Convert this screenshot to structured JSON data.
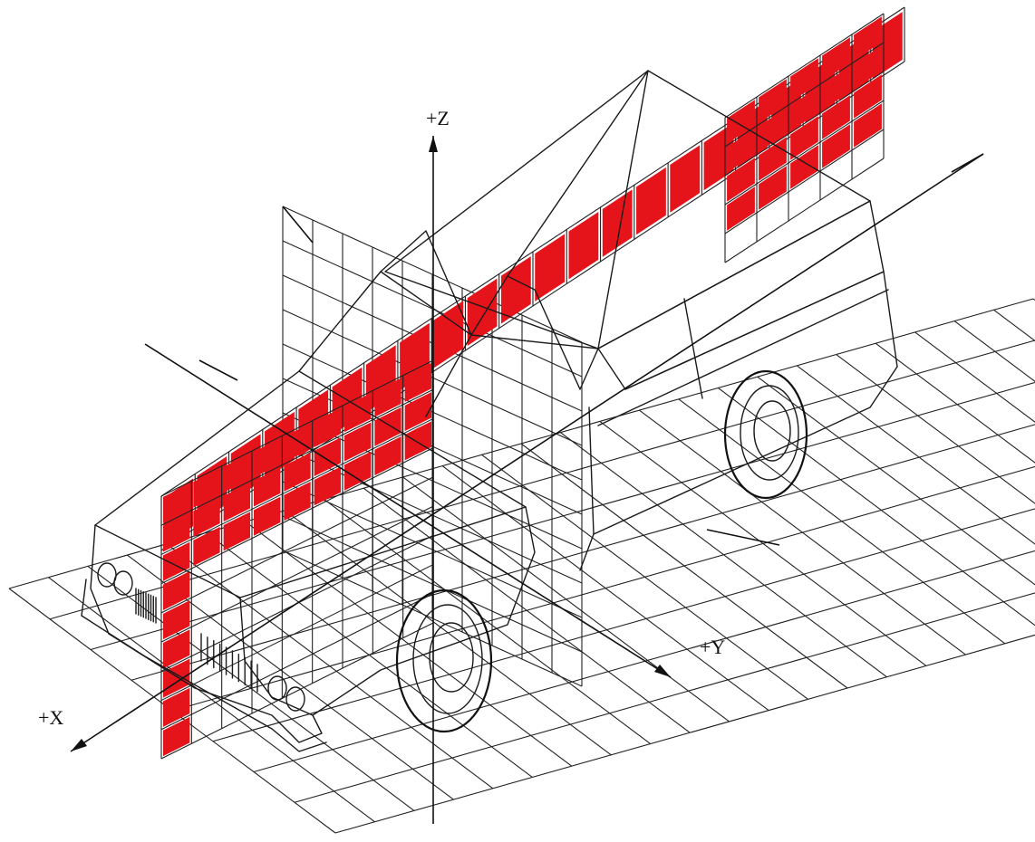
{
  "axes": {
    "z": {
      "label": "+Z"
    },
    "y": {
      "label": "+Y"
    },
    "x": {
      "label": "+X"
    }
  },
  "colors": {
    "line": "#1a1a1a",
    "highlight": "#e5141b",
    "background": "#ffffff"
  },
  "illustration": {
    "subject": "car-wireframe",
    "planes": [
      {
        "name": "ground-grid-plane",
        "highlighted": false
      },
      {
        "name": "side-grid-plane",
        "highlighted": true
      },
      {
        "name": "front-grid-plane",
        "highlighted": true
      },
      {
        "name": "rear-grid-plane",
        "highlighted": true
      },
      {
        "name": "mid-grid-plane",
        "highlighted": false
      }
    ]
  }
}
